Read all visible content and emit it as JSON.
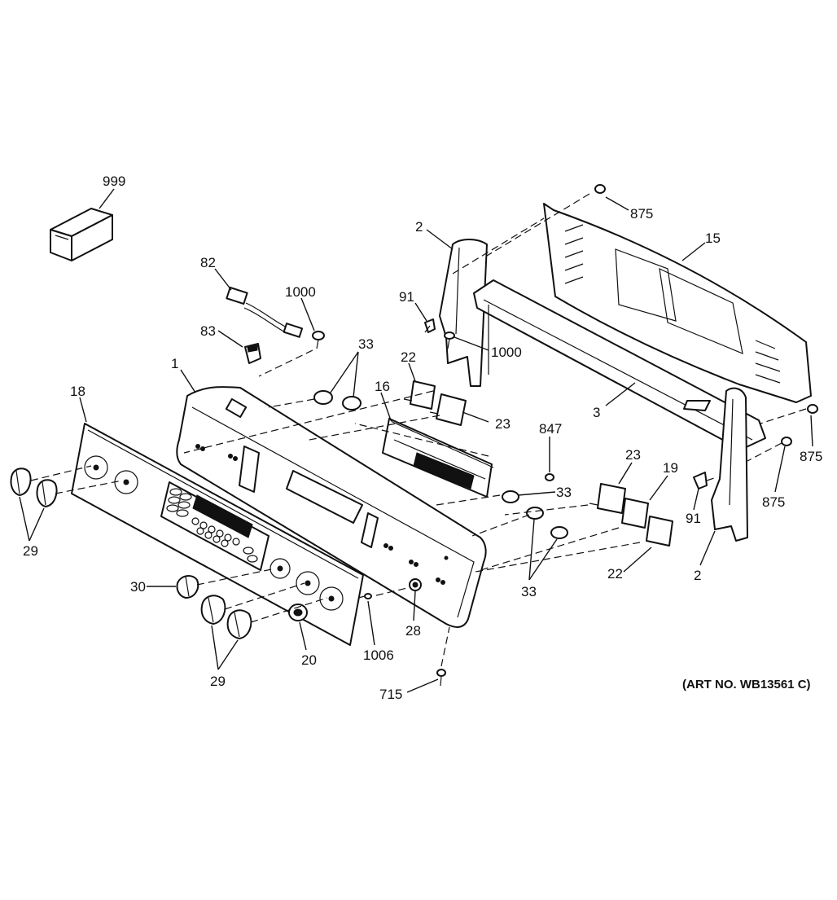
{
  "diagram": {
    "art_number": "(ART NO. WB13561 C)",
    "labels": {
      "box_999": "999",
      "harness_82": "82",
      "screw_1000_left": "1000",
      "clip_83": "83",
      "knobstem_33_top": "33",
      "panel_1": "1",
      "endcap_2_top": "2",
      "clip_91_top": "91",
      "screw_1000_right": "1000",
      "switch_22_top": "22",
      "control_16": "16",
      "switch_23_top": "23",
      "screw_875_top": "875",
      "backguard_15": "15",
      "bracket_3": "3",
      "screw_875_right": "875",
      "screw_875_lower": "875",
      "screw_847": "847",
      "knobstem_33_mid": "33",
      "switch_23_right": "23",
      "switch_19": "19",
      "clip_91_bottom": "91",
      "endcap_2_bottom": "2",
      "switch_22_bottom": "22",
      "knobstem_33_bottom": "33",
      "faceplate_18": "18",
      "knob_29_left": "29",
      "knob_30": "30",
      "knob_29_bottom": "29",
      "switch_20": "20",
      "screw_1006": "1006",
      "lamp_28": "28",
      "screw_715": "715"
    }
  }
}
